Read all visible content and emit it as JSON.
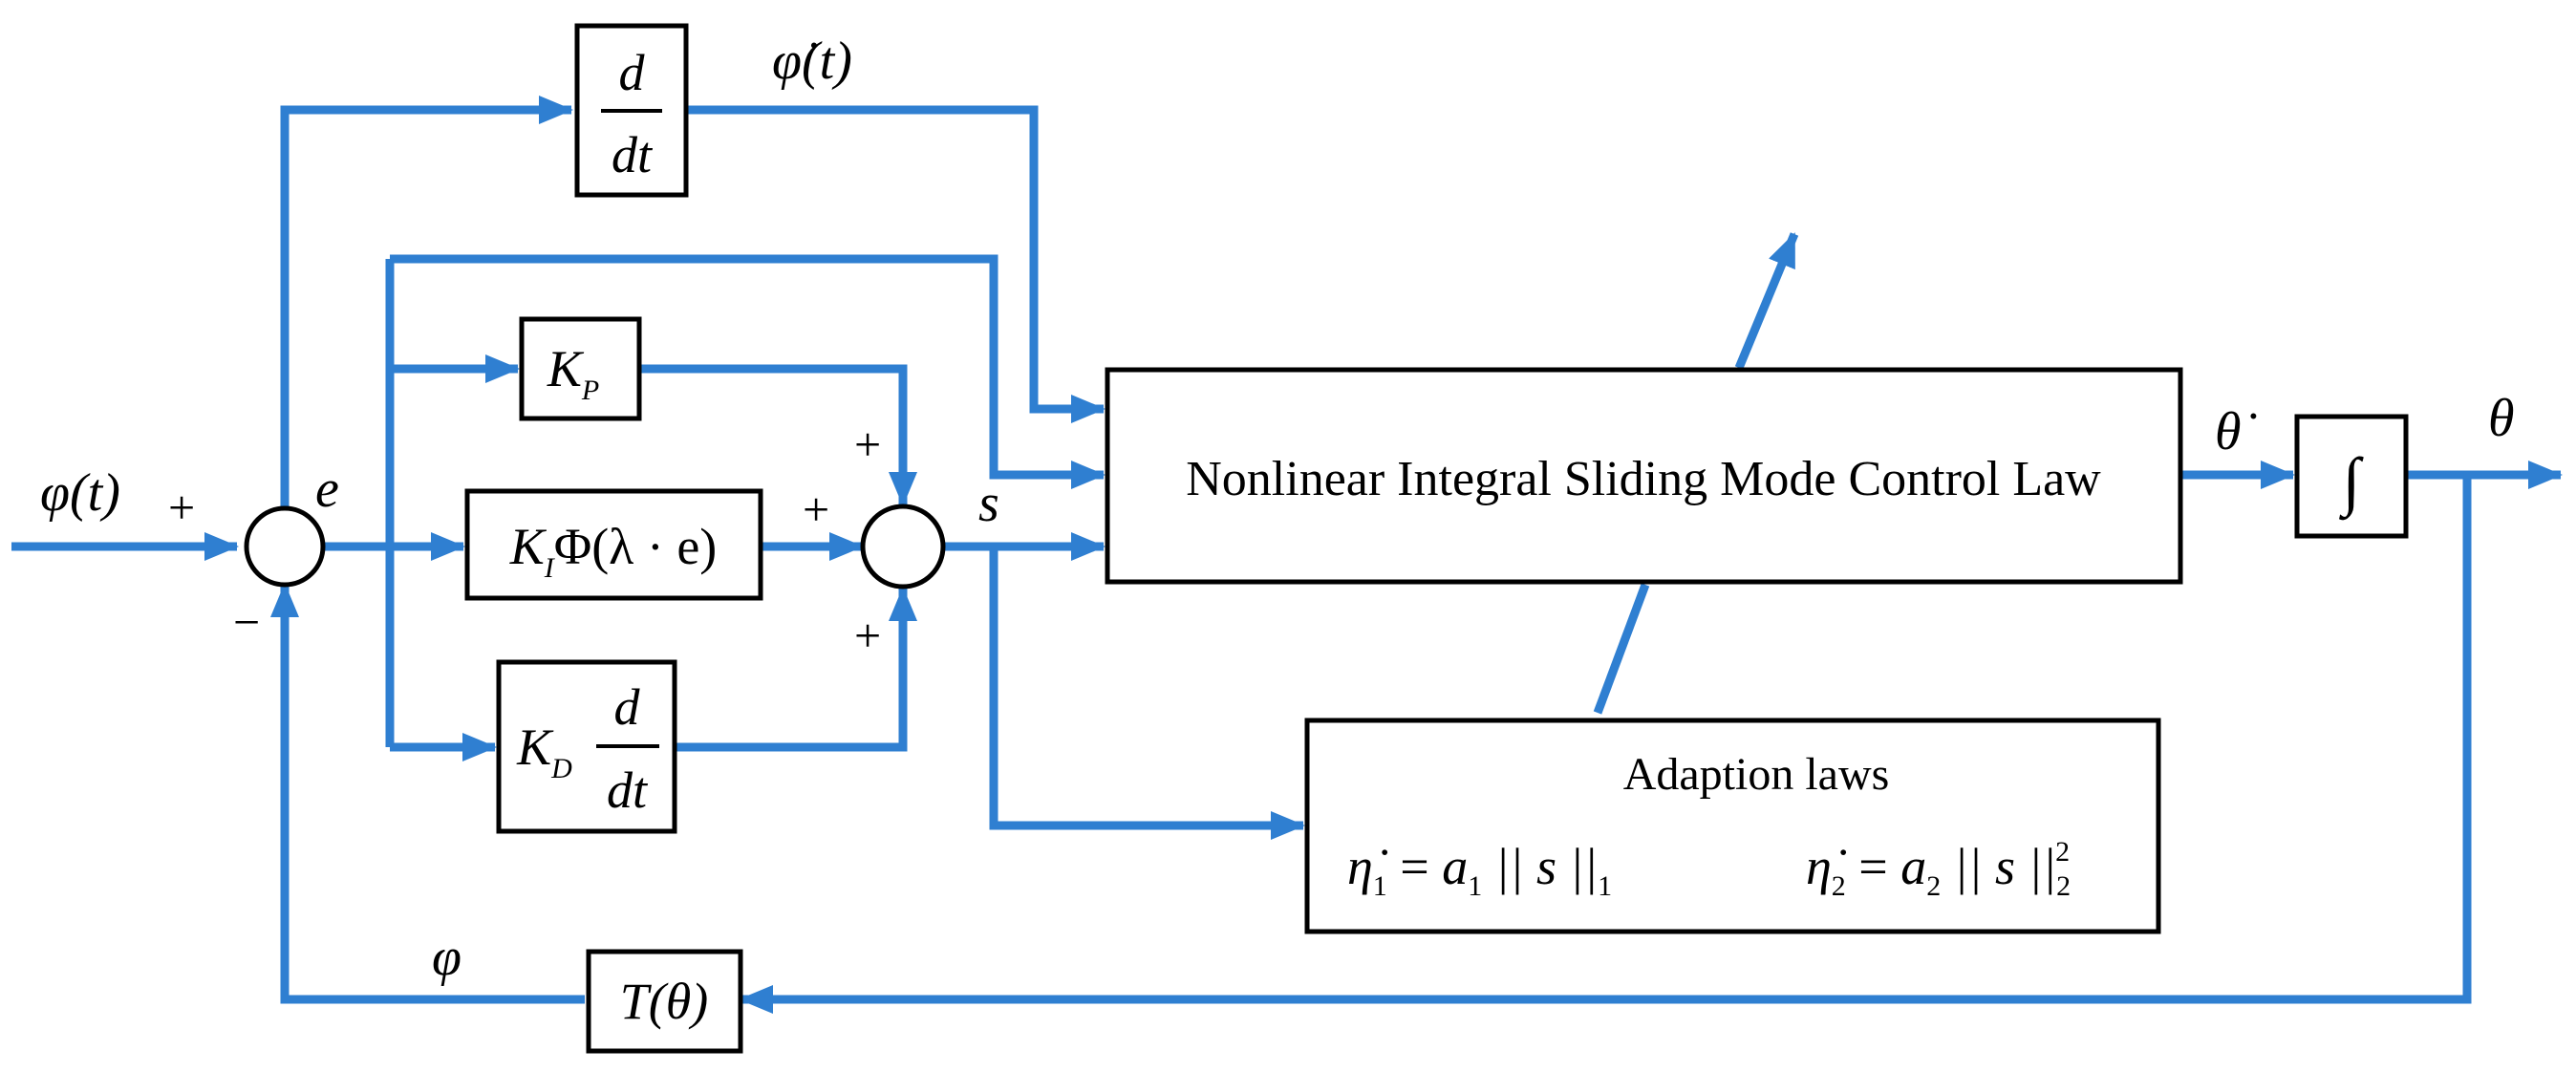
{
  "signals": {
    "input": "φ(t)",
    "error": "e",
    "phi_dot": "φ̇(t)",
    "sliding": "s",
    "theta_dot": "θ̇",
    "theta": "θ",
    "feedback": "φ"
  },
  "signs": {
    "input_plus": "+",
    "feedback_minus": "−",
    "kp_plus": "+",
    "ki_plus": "+",
    "kd_plus": "+"
  },
  "blocks": {
    "derivative": {
      "num": "d",
      "den": "dt"
    },
    "kp": {
      "k": "K",
      "sub": "P"
    },
    "ki": {
      "k": "K",
      "sub": "I",
      "rest": "Φ(λ · e)"
    },
    "kd": {
      "k": "K",
      "sub": "D",
      "num": "d",
      "den": "dt"
    },
    "control_law": "Nonlinear Integral Sliding Mode Control Law",
    "integrator": "∫",
    "adaption": {
      "title": "Adaption laws",
      "eq1": {
        "lhs": "η̇",
        "lhs_sub": "1",
        "eq": " = ",
        "a": "a",
        "a_sub": "1",
        "norm": " || s ||",
        "norm_sub": "1"
      },
      "eq2": {
        "lhs": "η̇",
        "lhs_sub": "2",
        "eq": " = ",
        "a": "a",
        "a_sub": "2",
        "norm": " || s ||",
        "norm_sub": "2",
        "norm_sup": "2"
      }
    },
    "transform": "T(θ)"
  },
  "colors": {
    "wire": "#2f7fd1",
    "box_stroke": "#000000"
  }
}
